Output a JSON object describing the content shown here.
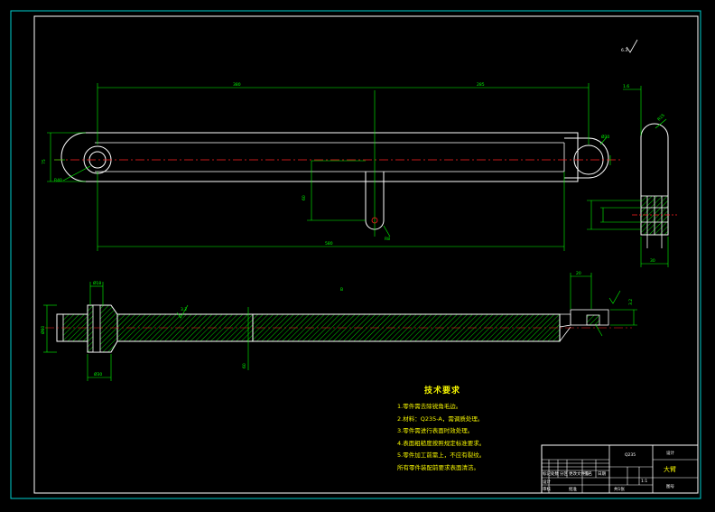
{
  "dimensions": {
    "top_left_span": "380",
    "top_right_span": "285",
    "bottom_total": "580",
    "height_left": "75",
    "left_radius": "R40",
    "right_bore": "Ø30",
    "slot_radius": "R8",
    "slot_depth": "60",
    "side_top": "1.6",
    "side_radius": "R15",
    "side_width": "30",
    "section_left_top": "Ø18",
    "section_left_height": "Ø60",
    "section_left_bottom": "Ø30",
    "section_right_top": "20",
    "section_right_side": "3.2",
    "section_mid_roughness": "3.2",
    "section_mid_code": "60",
    "section_center_mark": "B",
    "roughness_symbol": "6.3"
  },
  "notes": {
    "title": "技术要求",
    "items": [
      "1.零件需去除锐角毛边。",
      "2.材料：Q235-A，需调质处理。",
      "3.零件需进行表面时效处理。",
      "4.表面粗糙度按照规定标准要求。",
      "5.零件加工前需上，不应有裂纹。",
      "所有零件装配前要求表面清洁。"
    ]
  },
  "title_block": {
    "part_name": "大臂",
    "material": "Q235",
    "scale": "1:1",
    "drawing_no": "图号",
    "company": "设计",
    "sheet": "共1张",
    "labels": [
      "标记",
      "处数",
      "分区",
      "更改文件号",
      "签名",
      "日期"
    ],
    "designer": "设计",
    "checker": "审核",
    "approver": "批准"
  },
  "colors": {
    "frame": "#00d0d0",
    "line": "#ffffff",
    "dim": "#00ff00",
    "center": "#ff2020",
    "notes": "#f5f500",
    "hatch": "#00ff00"
  }
}
